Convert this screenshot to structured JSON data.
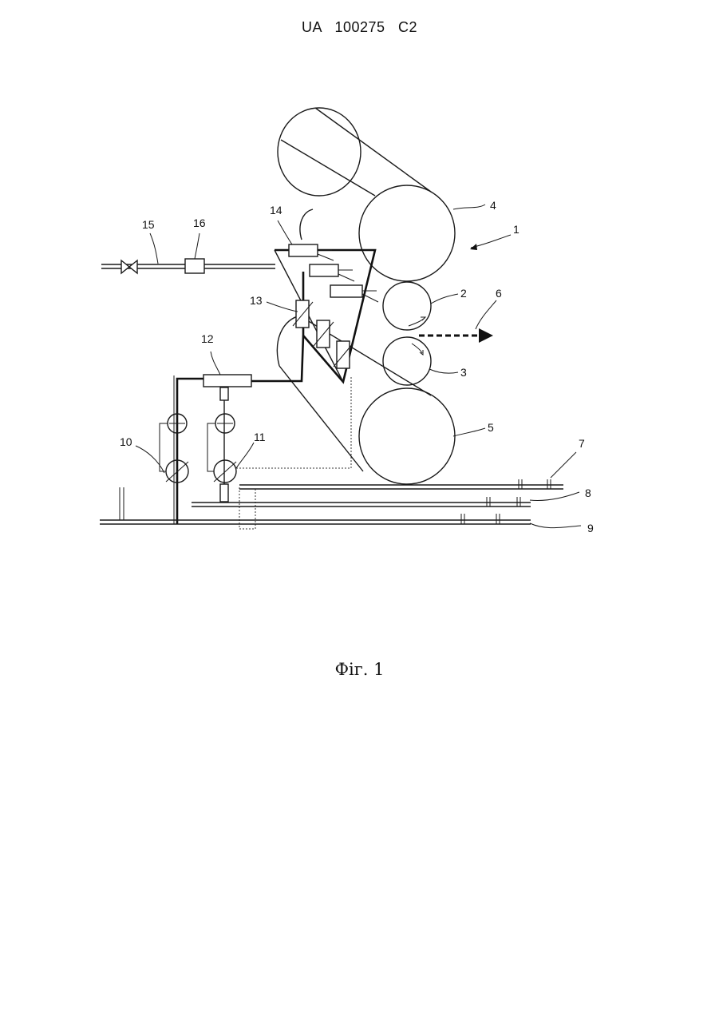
{
  "document": {
    "header": "UA   100275   C2",
    "caption": "Фіг. 1"
  },
  "figure": {
    "labels": {
      "l1": "1",
      "l2": "2",
      "l3": "3",
      "l4": "4",
      "l5": "5",
      "l6": "6",
      "l7": "7",
      "l8": "8",
      "l9": "9",
      "l10": "10",
      "l11": "11",
      "l12": "12",
      "l13": "13",
      "l14": "14",
      "l15": "15",
      "l16": "16"
    }
  }
}
